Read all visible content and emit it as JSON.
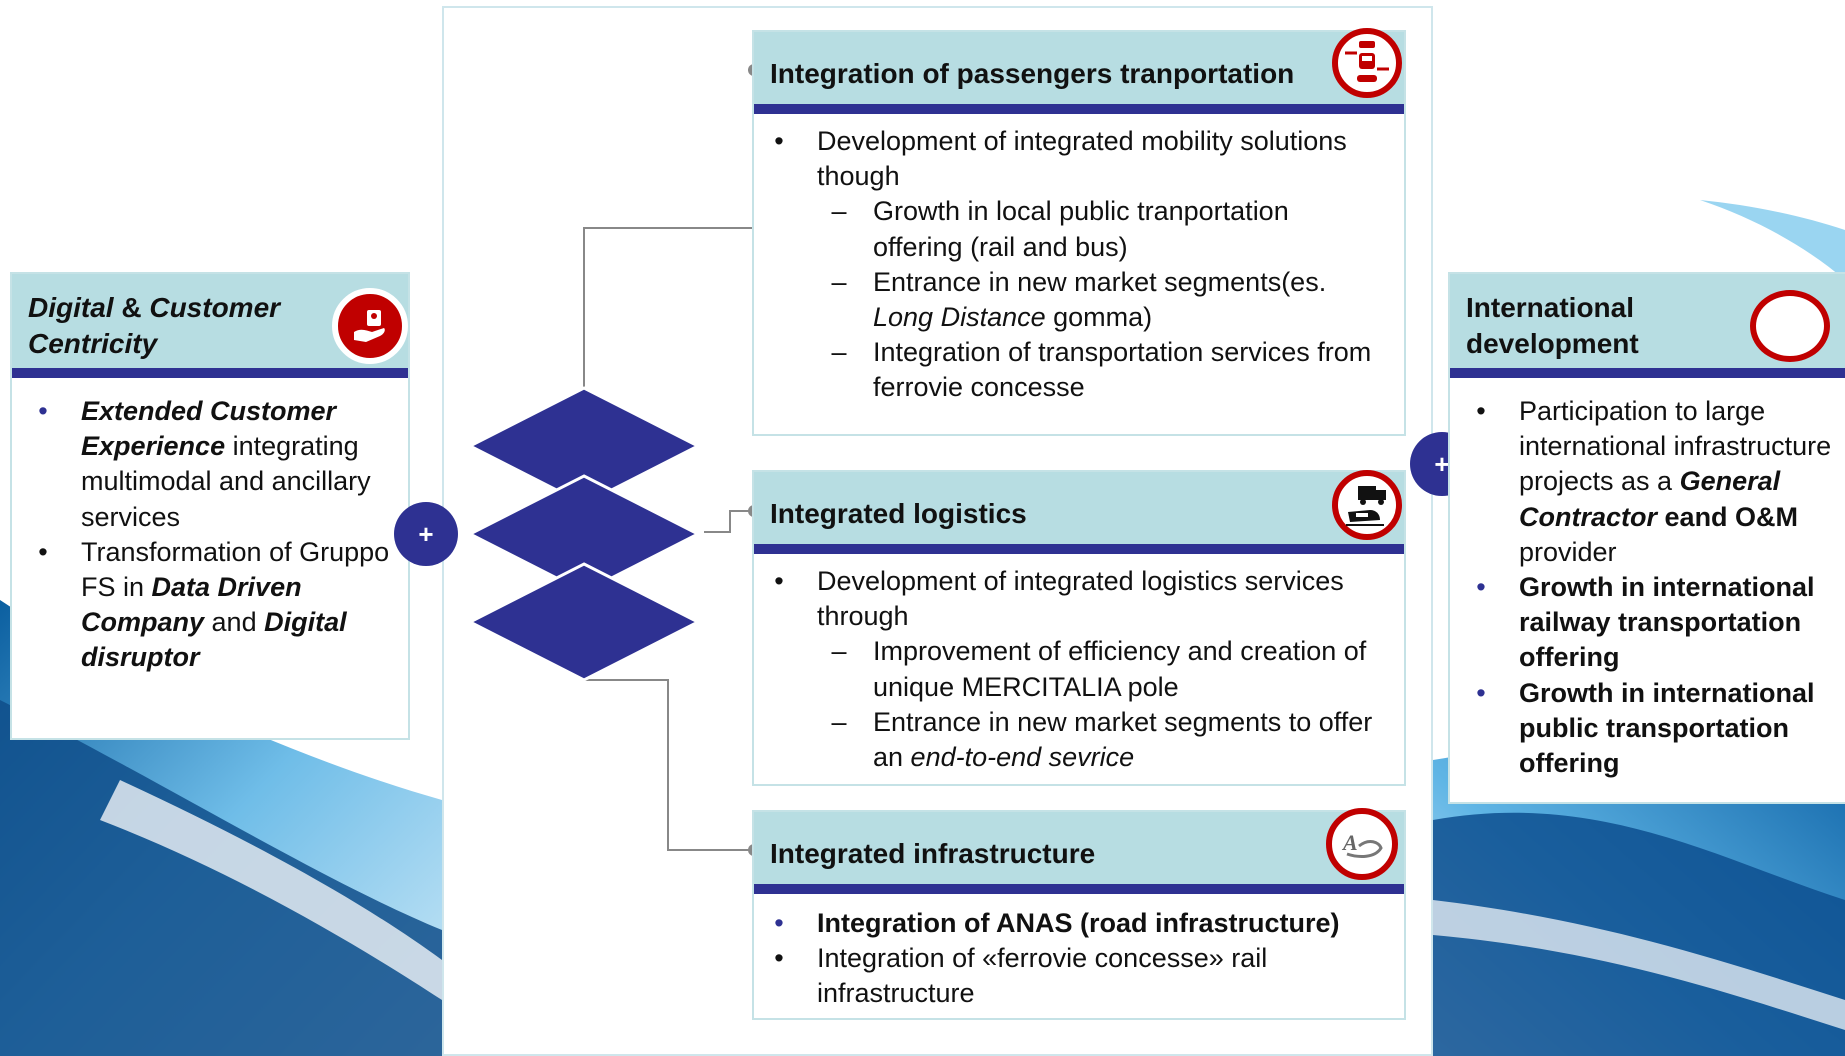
{
  "left_card": {
    "title_line1_part1": "Digital",
    "title_amp": " & ",
    "title_line1_part2": "Customer",
    "title_line2": "Centricity",
    "icon": "hand-with-person-icon",
    "bullets": [
      {
        "bold_italic": "Extended Customer Experience",
        "rest": " integrating multimodal and ancillary services"
      },
      {
        "pre": "Transformation of Gruppo FS in ",
        "bi1": "Data Driven Company",
        "mid": " and ",
        "bi2": "Digital disruptor"
      }
    ]
  },
  "plus_left": "+",
  "plus_right": "+",
  "right_card": {
    "title_line1": "International",
    "title_line2": "development",
    "icon": "empty-circle-icon",
    "b1_pre": "Participation to large international infrastructure projects as a ",
    "b1_bi": "General Contractor",
    "b1_bold": "eand O&M",
    "b1_post": " provider",
    "b2": "Growth in international railway transportation offering",
    "b3": "Growth in international public transportation offering"
  },
  "passengers": {
    "title": "Integration of passengers tranportation",
    "icon": "train-bus-car-icon",
    "bullet": "Development of integrated mobility solutions though",
    "sub1": "Growth in local public tranportation offering (rail and bus)",
    "sub2_pre": "Entrance in new market segments(es. ",
    "sub2_italic": "Long Distance",
    "sub2_post": " gomma)",
    "sub3": "Integration of transportation services from ferrovie concesse"
  },
  "logistics": {
    "title": "Integrated logistics",
    "icon": "truck-train-icon",
    "bullet": "Development of integrated logistics services through",
    "sub1": "Improvement of efficiency and creation of unique MERCITALIA pole",
    "sub2_pre": "Entrance in new market segments to offer an ",
    "sub2_italic": "end-to-end sevrice"
  },
  "infrastructure": {
    "title": "Integrated infrastructure",
    "icon": "anas-logo-icon",
    "b1": "Integration of ANAS (road infrastructure)",
    "b2": "Integration of «ferrovie concesse» rail infrastructure"
  },
  "colors": {
    "navy": "#2e3192",
    "teal_header": "#b7dde2",
    "icon_red": "#c00000"
  }
}
